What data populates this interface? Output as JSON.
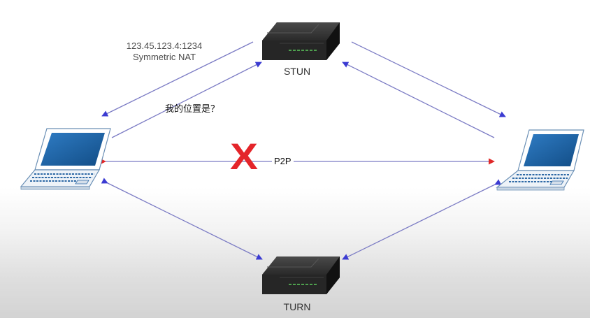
{
  "nodes": {
    "stun": {
      "label": "STUN"
    },
    "turn": {
      "label": "TURN"
    },
    "left_peer": {
      "nat_ip": "123.45.123.4:1234",
      "nat_type": "Symmetric NAT"
    }
  },
  "edges": {
    "stun_query": {
      "label": "我的位置是？"
    },
    "p2p": {
      "label": "P2P",
      "status_mark": "X"
    }
  },
  "colors": {
    "arrow_blue": "#3b3bd2",
    "arrow_line": "#7b7bc4",
    "p2p_arrow_red": "#e02828",
    "fail_mark_red": "#e4252a",
    "laptop_screen": "#1a5fa0",
    "router_body": "#2b2b2b"
  }
}
